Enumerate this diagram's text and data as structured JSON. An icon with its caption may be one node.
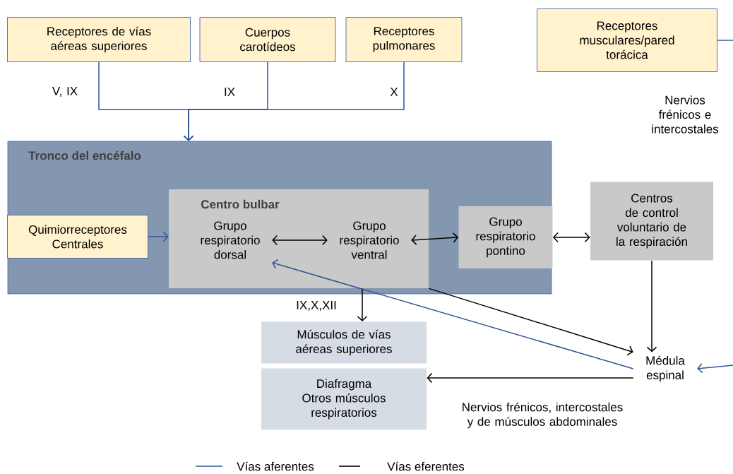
{
  "diagram": {
    "nodes": [
      {
        "text": [
          "Receptores de vías aéreas superiores"
        ]
      },
      {
        "text": [
          "Cuerpos carotídeos"
        ]
      },
      {
        "text": [
          "Receptores pulmonares"
        ]
      },
      {
        "text": [
          "Receptores musculares/pared torácica"
        ]
      },
      {
        "text": [
          "Tronco del encéfalo"
        ]
      },
      {
        "text": [
          "Quimiorreceptores Centrales"
        ],
        "in": 4
      },
      {
        "text": [
          "Centro bulbar"
        ],
        "in": 4
      },
      {
        "text": [
          "Grupo respiratorio dorsal"
        ],
        "in": 6
      },
      {
        "text": [
          "Grupo respiratorio ventral"
        ],
        "in": 6
      },
      {
        "text": [
          "Grupo respiratorio pontino"
        ],
        "in": 4
      },
      {
        "text": [
          "Centros de control voluntario de la respiración"
        ]
      },
      {
        "text": [
          "Médula espinal"
        ]
      },
      {
        "text": [
          "Músculos de vías aéreas superiores"
        ]
      },
      {
        "text": [
          "Diafragma Otros músculos respiratorios"
        ]
      }
    ],
    "edges": [
      {
        "from": 0,
        "to": 4,
        "arrow": "to",
        "label": "V, IX",
        "color": "#2f5597"
      },
      {
        "from": 1,
        "to": 4,
        "arrow": "to",
        "label": "IX",
        "color": "#2f5597"
      },
      {
        "from": 2,
        "to": 4,
        "arrow": "to",
        "label": "X",
        "color": "#2f5597"
      },
      {
        "from": 3,
        "to": null,
        "arrow": "none",
        "color": "#2f5597"
      },
      {
        "from": 5,
        "to": 6,
        "arrow": "to",
        "color": "#2f5597"
      },
      {
        "from": 7,
        "to": 8,
        "arrow": "both",
        "color": "#000000"
      },
      {
        "from": 8,
        "to": 9,
        "arrow": "both",
        "color": "#000000"
      },
      {
        "from": 9,
        "to": 10,
        "arrow": "both",
        "color": "#000000"
      },
      {
        "from": 10,
        "to": 11,
        "arrow": "to",
        "color": "#000000"
      },
      {
        "from": 6,
        "to": 11,
        "arrow": "to",
        "color": "#000000"
      },
      {
        "from": 6,
        "to": 12,
        "arrow": "to",
        "label": "IX,X,XII",
        "color": "#000000"
      },
      {
        "from": 11,
        "to": 7,
        "arrow": "to",
        "color": "#2f5597"
      },
      {
        "from": null,
        "to": 11,
        "arrow": "to",
        "color": "#2f5597"
      },
      {
        "from": 11,
        "to": 13,
        "arrow": "to",
        "label": "Nervios frénicos, intercostales y de músculos abdominales",
        "color": "#000000"
      }
    ],
    "labels": [
      "Nervios frénicos e intercostales"
    ],
    "legend": [
      {
        "text": "Vías aferentes"
      },
      {
        "text": "Vías eferentes"
      }
    ]
  }
}
